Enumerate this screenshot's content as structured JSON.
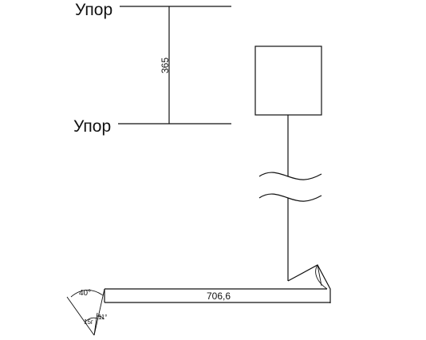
{
  "labels": {
    "stop_top": "Упор",
    "stop_bottom": "Упор"
  },
  "dimensions": {
    "gap": "365",
    "bar_length": "706,6"
  },
  "angles": {
    "outer": "40°",
    "left_inner": "15г",
    "right_inner": "11°"
  },
  "colors": {
    "line": "#111111",
    "background": "#ffffff"
  }
}
